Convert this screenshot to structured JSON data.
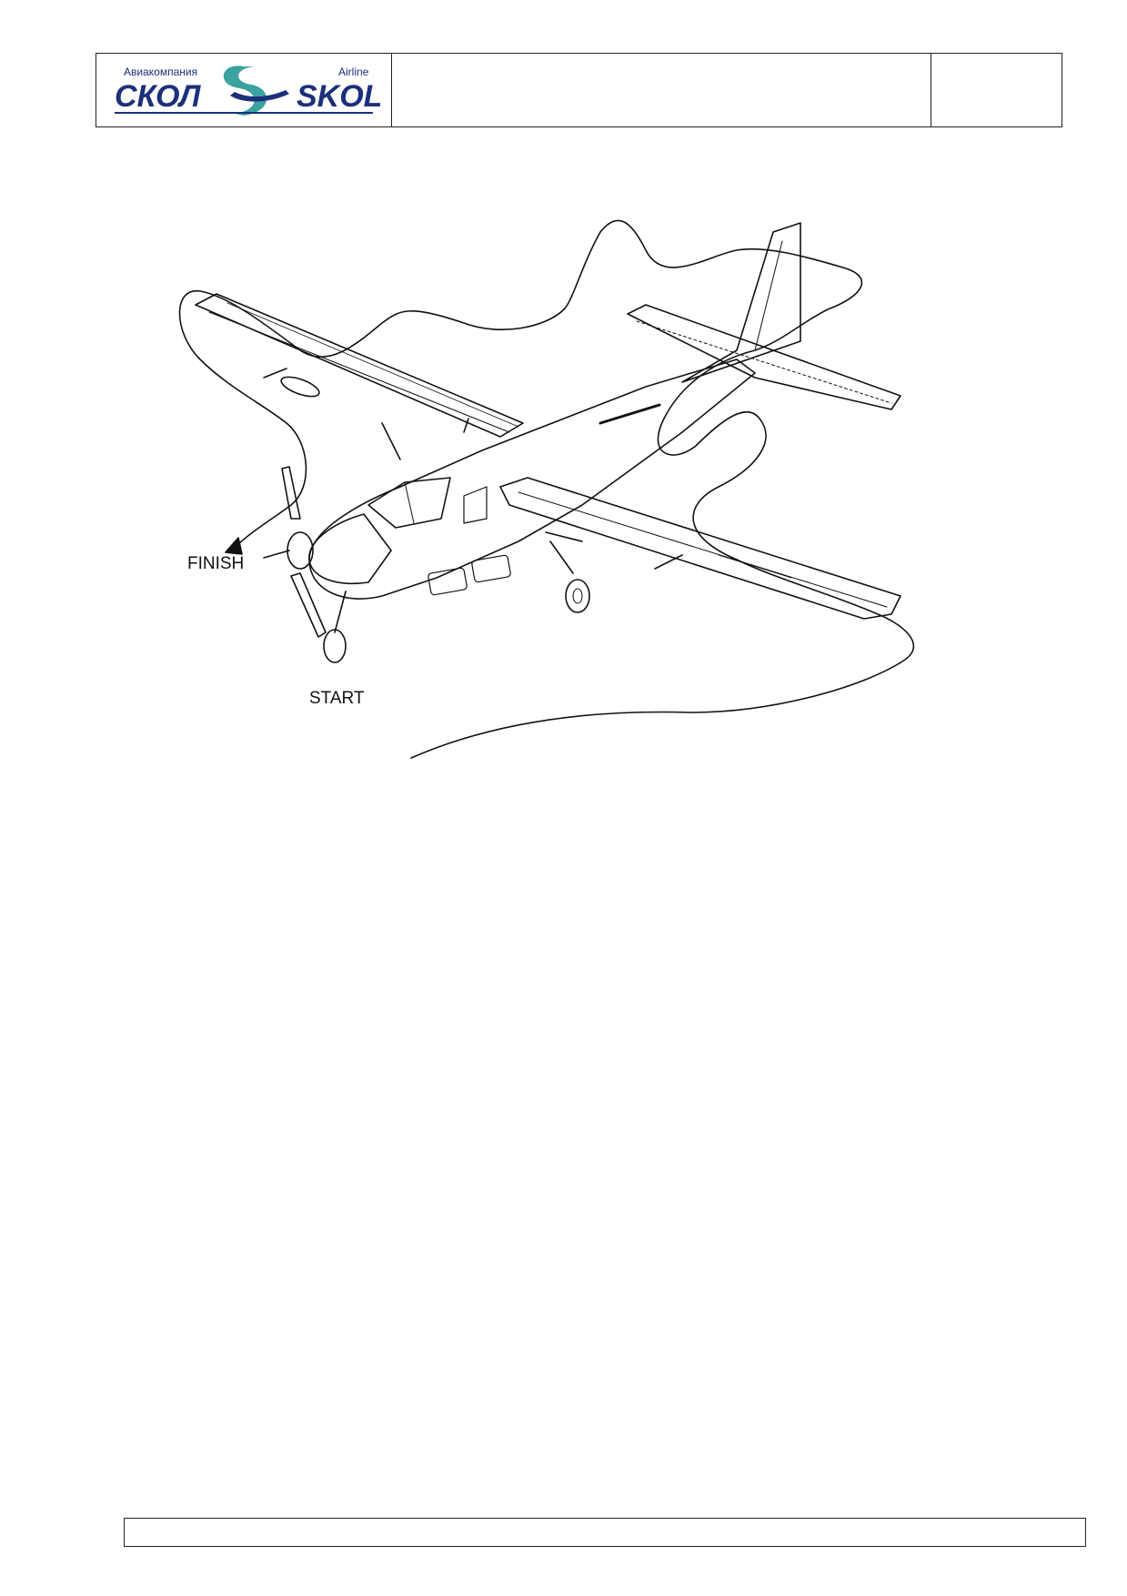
{
  "header": {
    "logo": {
      "tagline_ru": "Авиакомпания",
      "tagline_en": "Airline",
      "name_ru": "СКОЛ",
      "name_en": "SKOL",
      "colors": {
        "navy": "#1c2f7a",
        "teal": "#3aa3a0",
        "rule": "#1c2f7a"
      }
    },
    "title": "",
    "page_ref": ""
  },
  "figure": {
    "label_finish": "FINISH",
    "label_start": "START"
  },
  "footer": {
    "text": ""
  }
}
